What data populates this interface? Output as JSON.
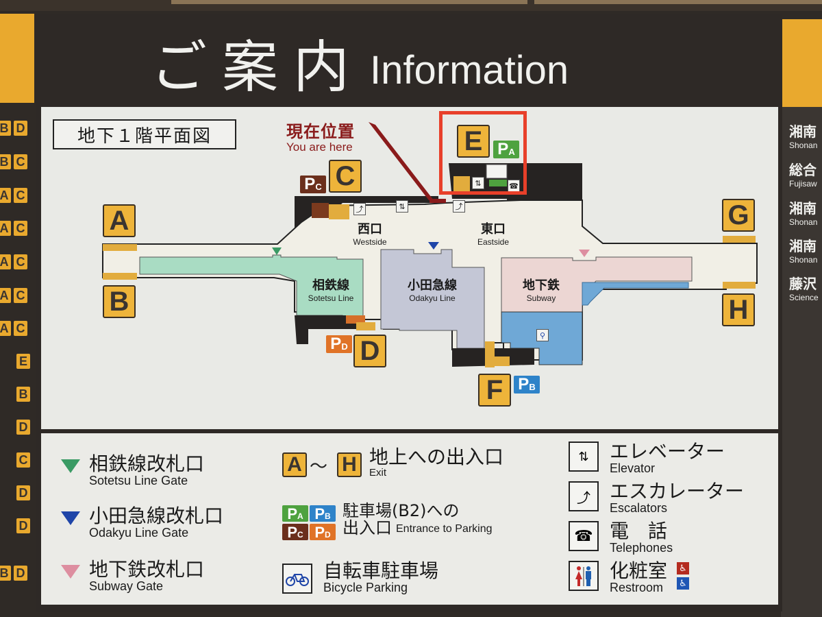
{
  "header": {
    "title_jp": "ご案内",
    "title_en": "Information"
  },
  "map": {
    "floor_title": "地下１階平面図",
    "you_are_here": {
      "jp": "現在位置",
      "en": "You are here"
    },
    "exits": [
      {
        "id": "A",
        "label": "A"
      },
      {
        "id": "B",
        "label": "B"
      },
      {
        "id": "C",
        "label": "C"
      },
      {
        "id": "D",
        "label": "D"
      },
      {
        "id": "E",
        "label": "E"
      },
      {
        "id": "F",
        "label": "F"
      },
      {
        "id": "G",
        "label": "G"
      },
      {
        "id": "H",
        "label": "H"
      }
    ],
    "parking": [
      {
        "id": "PA",
        "p": "P",
        "s": "A",
        "color": "#4ea23f"
      },
      {
        "id": "PB",
        "p": "P",
        "s": "B",
        "color": "#2e83c9"
      },
      {
        "id": "PC",
        "p": "P",
        "s": "C",
        "color": "#6b2f1c"
      },
      {
        "id": "PD",
        "p": "P",
        "s": "D",
        "color": "#e07327"
      }
    ],
    "areas": {
      "west": {
        "jp": "西口",
        "en": "Westside"
      },
      "east": {
        "jp": "東口",
        "en": "Eastside"
      },
      "sotetsu": {
        "jp": "相鉄線",
        "en": "Sotetsu Line",
        "color": "#a9dcc3"
      },
      "odakyu": {
        "jp": "小田急線",
        "en": "Odakyu Line",
        "color": "#c4c7d6"
      },
      "subway": {
        "jp": "地下鉄",
        "en": "Subway",
        "color": "#ecd6d3"
      },
      "bicycle_parking_color": "#6fa8d6"
    },
    "highlight_color": "#e8402a"
  },
  "side_left": {
    "rows": [
      [
        "B",
        "D"
      ],
      [
        "B",
        "C"
      ],
      [
        "A",
        "C"
      ],
      [
        "A",
        "C"
      ],
      [
        "A",
        "C"
      ],
      [
        "A",
        "C"
      ],
      [
        "A",
        "C"
      ],
      [
        "",
        "E"
      ],
      [
        "",
        "B"
      ],
      [
        "",
        "D"
      ],
      [
        "",
        "C"
      ],
      [
        "",
        "D"
      ],
      [
        "",
        "D"
      ],
      [
        "B",
        "D"
      ]
    ]
  },
  "side_right": {
    "items": [
      {
        "jp": "湘南",
        "en": "Shonan"
      },
      {
        "jp": "総合",
        "en": "Fujisaw"
      },
      {
        "jp": "湘南",
        "en": "Shonan"
      },
      {
        "jp": "湘南",
        "en": "Shonan"
      },
      {
        "jp": "藤沢",
        "en": "Science"
      }
    ]
  },
  "legend": {
    "gates": [
      {
        "jp": "相鉄線改札口",
        "en": "Sotetsu Line Gate",
        "color": "#3a9a64"
      },
      {
        "jp": "小田急線改札口",
        "en": "Odakyu Line Gate",
        "color": "#1f45a8"
      },
      {
        "jp": "地下鉄改札口",
        "en": "Subway Gate",
        "color": "#dd8ea0"
      }
    ],
    "exit": {
      "from": "A",
      "tilde": "〜",
      "to": "H",
      "jp": "地上への出入口",
      "en": "Exit"
    },
    "parking": {
      "jp_line1": "駐車場(B2)への",
      "jp_line2": "出入口",
      "en": "Entrance to Parking"
    },
    "bicycle": {
      "jp": "自転車駐車場",
      "en": "Bicycle  Parking"
    },
    "elevator": {
      "jp": "エレベーター",
      "en": "Elevator"
    },
    "escalator": {
      "jp": "エスカレーター",
      "en": "Escalators"
    },
    "telephone": {
      "jp": "電　話",
      "en": "Telephones"
    },
    "restroom": {
      "jp": "化粧室",
      "en": "Restroom"
    }
  }
}
